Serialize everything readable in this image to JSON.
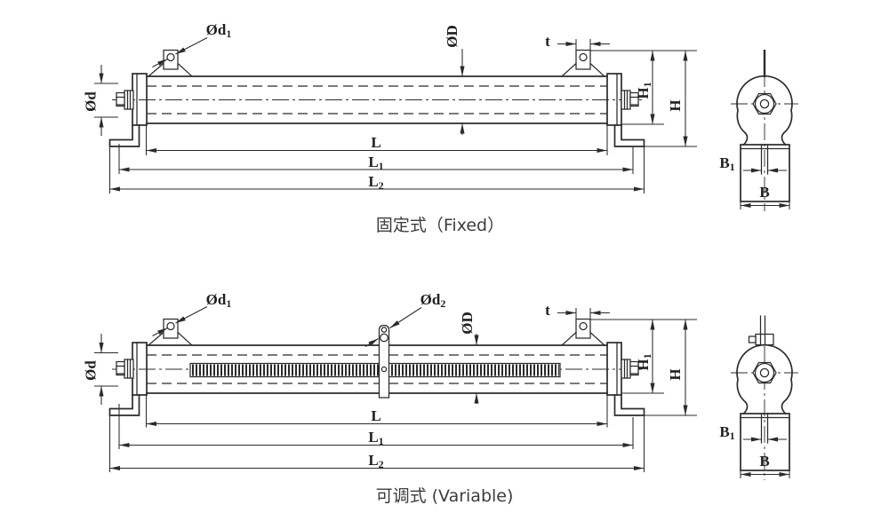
{
  "diagram": {
    "colors": {
      "line": "#2b2b2b",
      "label_text": "#1f1f1f",
      "caption_text": "#3c3c3c",
      "background": "#ffffff"
    },
    "captions": {
      "fixed": "固定式（Fixed）",
      "variable": "可调式 (Variable)"
    },
    "labels": {
      "d1": {
        "main": "Ød",
        "sub": "1"
      },
      "d2": {
        "main": "Ød",
        "sub": "2"
      },
      "D": {
        "main": "ØD"
      },
      "d": {
        "main": "Ød"
      },
      "t": {
        "main": "t"
      },
      "H1": {
        "main": "H",
        "sub": "1"
      },
      "H": {
        "main": "H"
      },
      "L": {
        "main": "L"
      },
      "L1": {
        "main": "L",
        "sub": "1"
      },
      "L2": {
        "main": "L",
        "sub": "2"
      },
      "B1": {
        "main": "B",
        "sub": "1"
      },
      "B": {
        "main": "B"
      }
    }
  }
}
